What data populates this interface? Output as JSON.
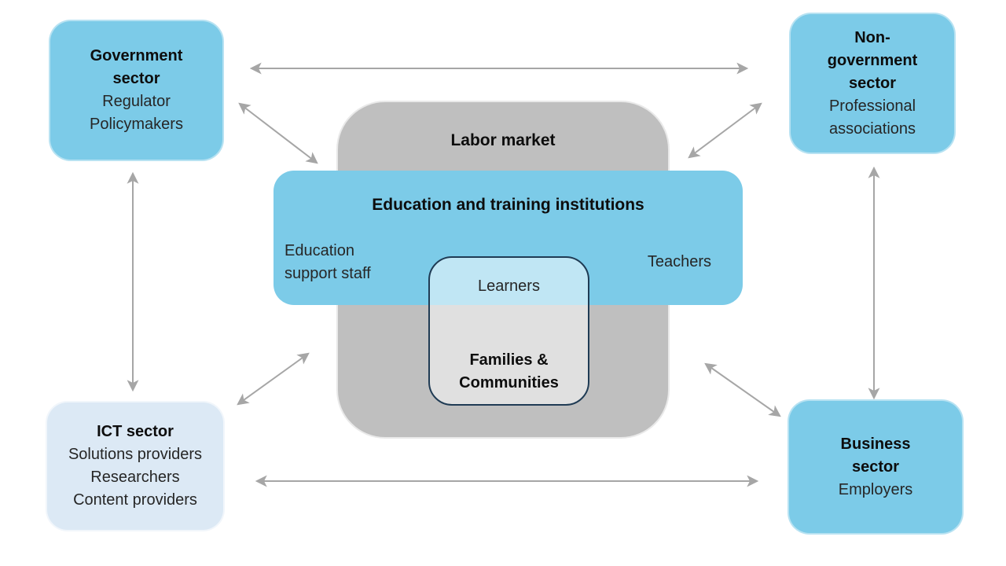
{
  "colors": {
    "sector_blue": "#7CCBE8",
    "ict_light_blue": "#DCE9F5",
    "labor_gray": "#BFBFBF",
    "inner_box_fill": "rgba(255,255,255,0.52)",
    "inner_box_border": "#1F3B54",
    "arrow_gray": "#A6A6A6",
    "heading_text": "#0D0D0D",
    "body_text": "#262626",
    "background": "#FFFFFF"
  },
  "nodes": {
    "government": {
      "title": "Government sector",
      "items": [
        "Regulator",
        "Policymakers"
      ]
    },
    "non_government": {
      "title": "Non-government sector",
      "items": [
        "Professional associations"
      ]
    },
    "ict": {
      "title": "ICT sector",
      "items": [
        "Solutions providers",
        "Researchers",
        "Content providers"
      ]
    },
    "business": {
      "title": "Business sector",
      "items": [
        "Employers"
      ]
    },
    "labor_market": {
      "title": "Labor market"
    },
    "education": {
      "title": "Education and training institutions",
      "left_role": "Education support staff",
      "right_role": "Teachers"
    },
    "learners_families": {
      "top": "Learners",
      "bottom": "Families & Communities"
    }
  }
}
